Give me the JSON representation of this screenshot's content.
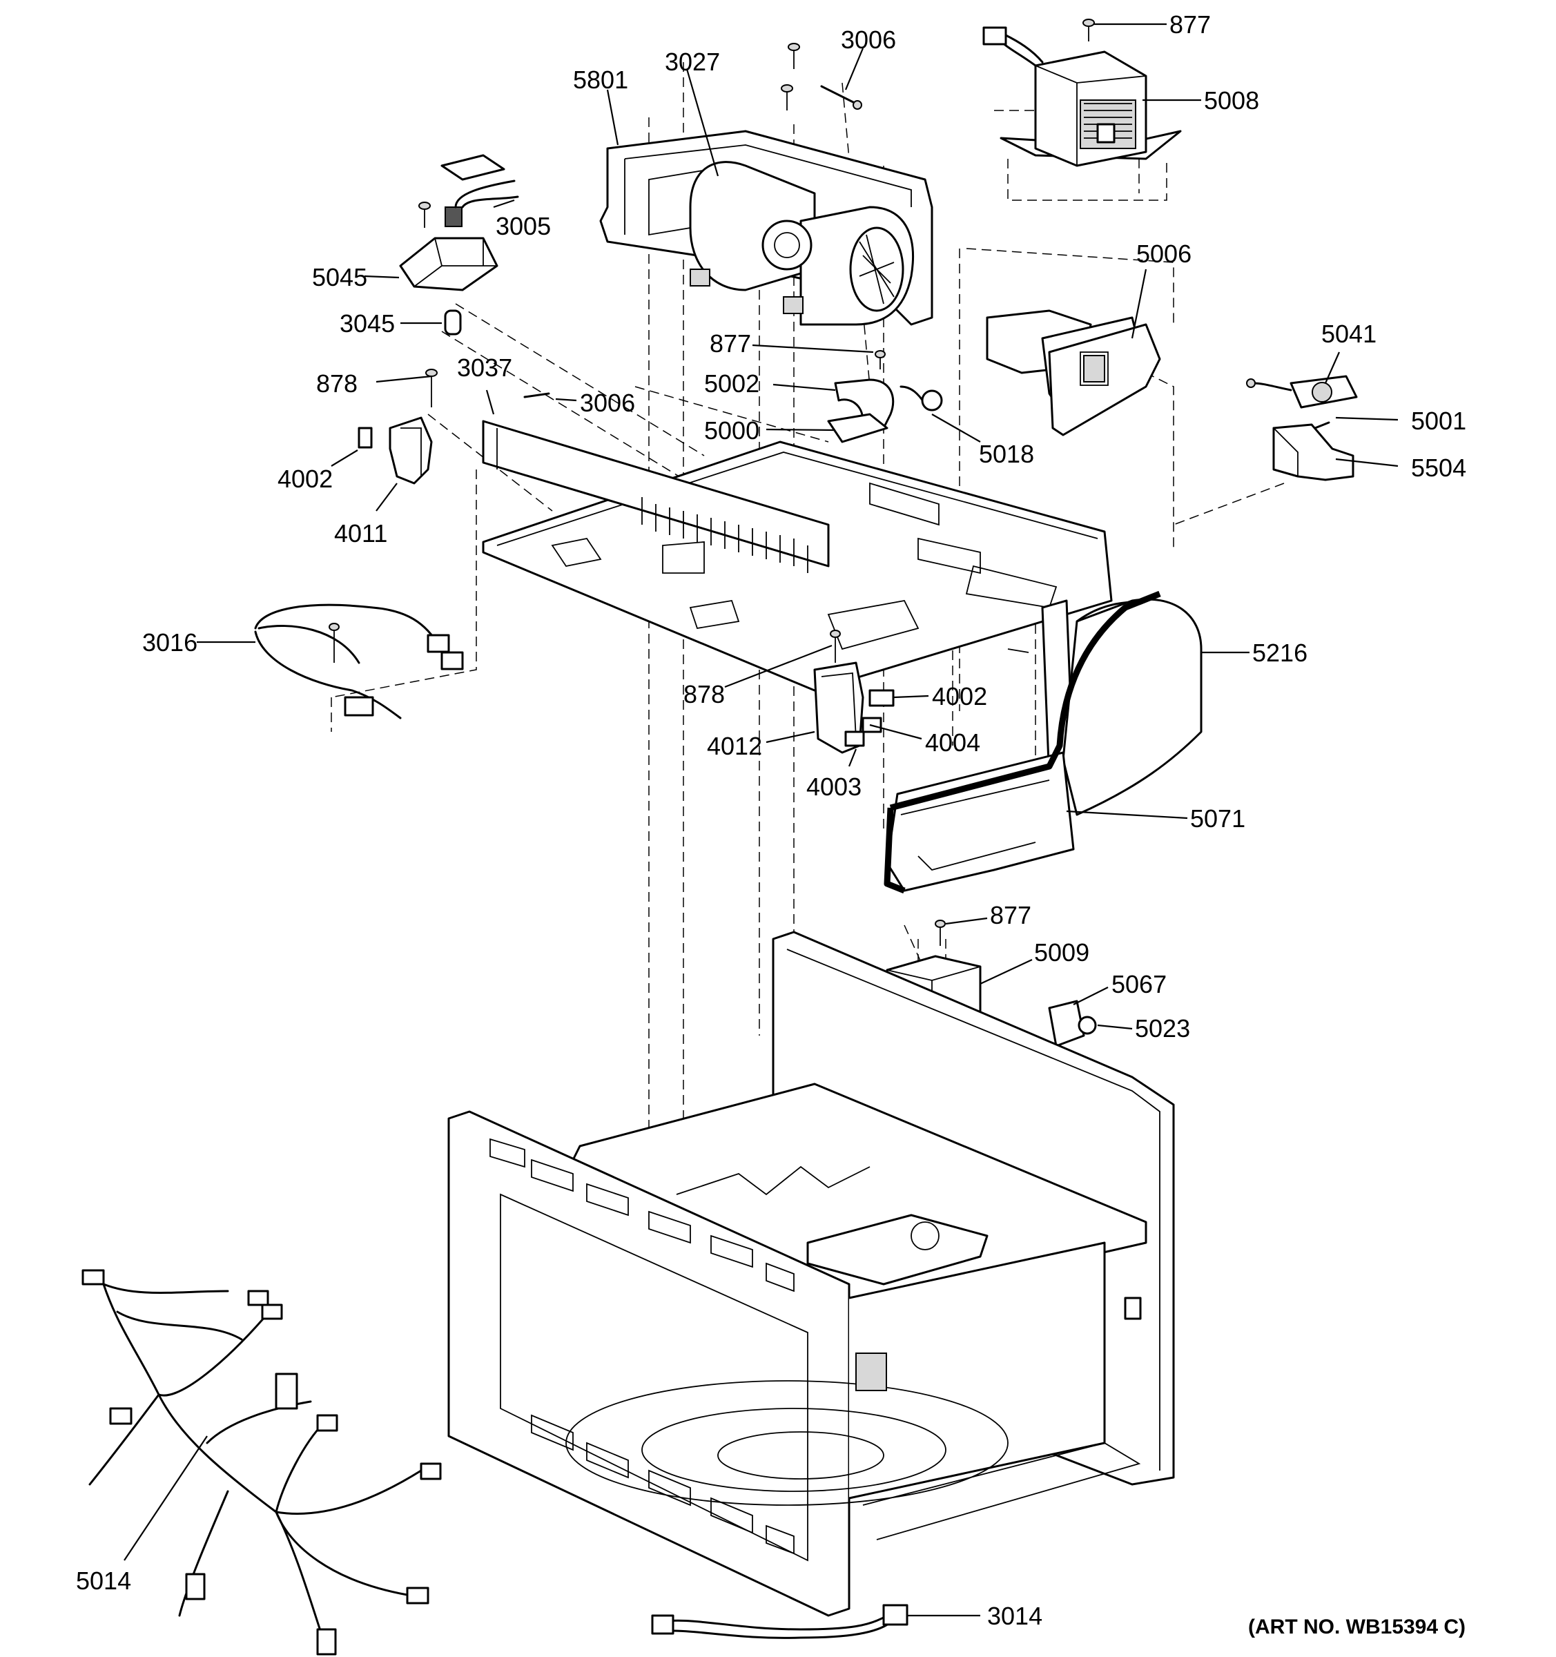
{
  "diagram": {
    "art_number": "(ART NO. WB15394 C)",
    "labels": [
      {
        "id": "877-a",
        "text": "877"
      },
      {
        "id": "5008",
        "text": "5008"
      },
      {
        "id": "3006-a",
        "text": "3006"
      },
      {
        "id": "3027",
        "text": "3027"
      },
      {
        "id": "5801",
        "text": "5801"
      },
      {
        "id": "3005",
        "text": "3005"
      },
      {
        "id": "5045",
        "text": "5045"
      },
      {
        "id": "3045",
        "text": "3045"
      },
      {
        "id": "5006",
        "text": "5006"
      },
      {
        "id": "877-b",
        "text": "877"
      },
      {
        "id": "5041",
        "text": "5041"
      },
      {
        "id": "878-a",
        "text": "878"
      },
      {
        "id": "3037",
        "text": "3037"
      },
      {
        "id": "3006-b",
        "text": "3006"
      },
      {
        "id": "5002",
        "text": "5002"
      },
      {
        "id": "5000",
        "text": "5000"
      },
      {
        "id": "5018",
        "text": "5018"
      },
      {
        "id": "5001",
        "text": "5001"
      },
      {
        "id": "5504",
        "text": "5504"
      },
      {
        "id": "4002-a",
        "text": "4002"
      },
      {
        "id": "4011",
        "text": "4011"
      },
      {
        "id": "3016",
        "text": "3016"
      },
      {
        "id": "5216",
        "text": "5216"
      },
      {
        "id": "878-b",
        "text": "878"
      },
      {
        "id": "4002-b",
        "text": "4002"
      },
      {
        "id": "4012",
        "text": "4012"
      },
      {
        "id": "4004",
        "text": "4004"
      },
      {
        "id": "4003",
        "text": "4003"
      },
      {
        "id": "5071",
        "text": "5071"
      },
      {
        "id": "877-c",
        "text": "877"
      },
      {
        "id": "5009",
        "text": "5009"
      },
      {
        "id": "5067",
        "text": "5067"
      },
      {
        "id": "5023",
        "text": "5023"
      },
      {
        "id": "5014",
        "text": "5014"
      },
      {
        "id": "3014",
        "text": "3014"
      }
    ]
  }
}
